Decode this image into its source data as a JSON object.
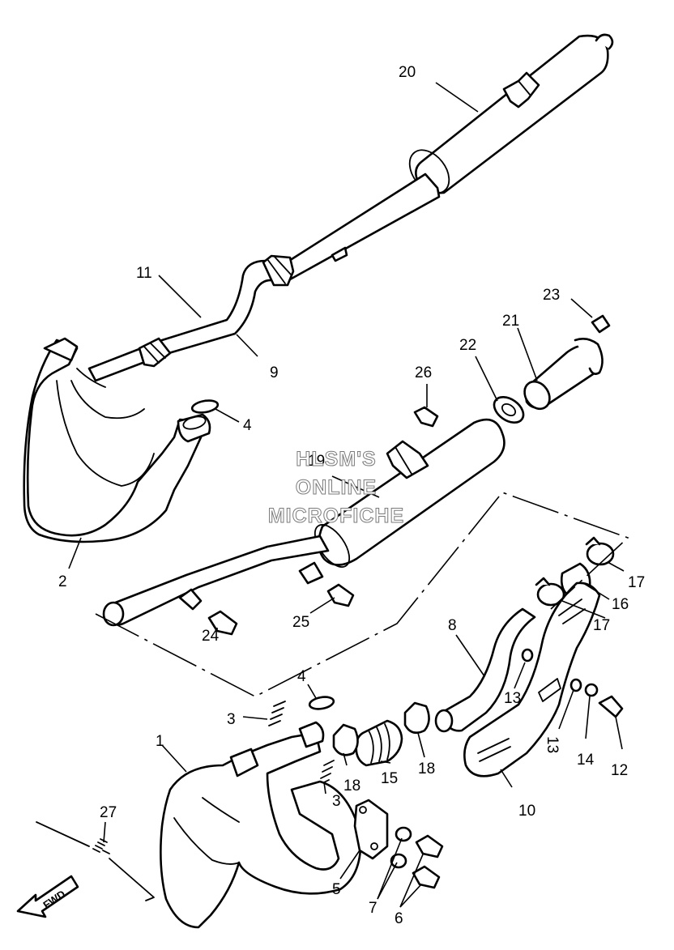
{
  "labels": {
    "p1": "1",
    "p2": "2",
    "p3a": "3",
    "p3b": "3",
    "p4a": "4",
    "p4b": "4",
    "p5": "5",
    "p6": "6",
    "p7": "7",
    "p8": "8",
    "p9": "9",
    "p10": "10",
    "p11": "11",
    "p12": "12",
    "p13a": "13",
    "p13b": "13",
    "p14": "14",
    "p15": "15",
    "p16": "16",
    "p17a": "17",
    "p17b": "17",
    "p18a": "18",
    "p18b": "18",
    "p19": "19",
    "p20": "20",
    "p21": "21",
    "p22": "22",
    "p23": "23",
    "p24": "24",
    "p25": "25",
    "p26": "26",
    "p27": "27"
  },
  "watermark": {
    "line1": "HLSM'S",
    "line2": "ONLINE",
    "line3": "MICROFICHE"
  },
  "fwd_arrow": {
    "text": "FWD"
  }
}
